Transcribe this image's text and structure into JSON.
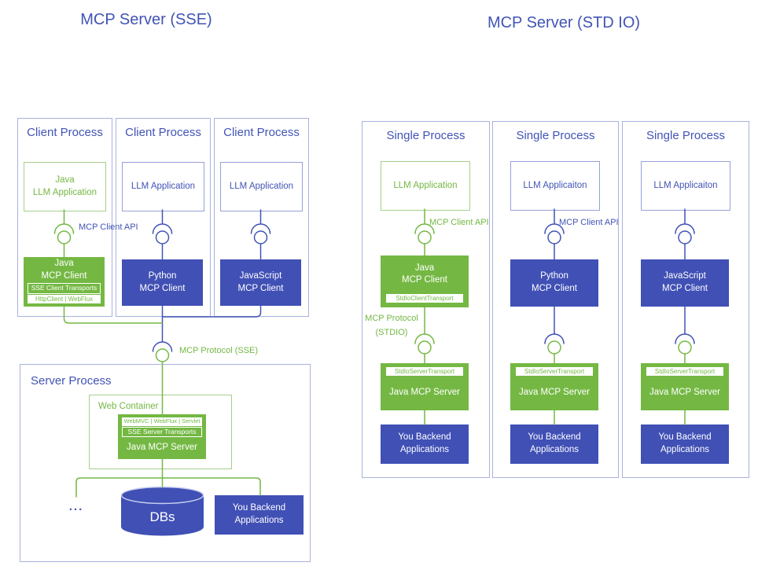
{
  "colors": {
    "green": "#74b843",
    "green_border_light": "#a6cf8b",
    "blue_fill": "#4050b5",
    "blue_text": "#4254b5",
    "periwinkle_border": "#a9b2de",
    "white": "#ffffff"
  },
  "left": {
    "title": "MCP Server (SSE)",
    "client_api_label": "MCP Client API",
    "protocol_label": "MCP Protocol (SSE)",
    "columns": [
      {
        "process_title": "Client Process",
        "app_label": "Java\nLLM Application",
        "client_label": "Java\nMCP Client",
        "client_transports_label": "SSE Client Transports",
        "client_impls_label": "HttpClient | WebFlux"
      },
      {
        "process_title": "Client Process",
        "app_label": "LLM Application",
        "client_label": "Python\nMCP Client"
      },
      {
        "process_title": "Client Process",
        "app_label": "LLM Application",
        "client_label": "JavaScript\nMCP Client"
      }
    ],
    "server": {
      "process_title": "Server Process",
      "web_container_title": "Web Container",
      "server_impls_label": "WebMVC | WebFlux | Servlet",
      "server_transports_label": "SSE Server Transports",
      "server_label": "Java MCP Server",
      "ellipsis_label": "...",
      "db_label": "DBs",
      "backend_label": "You Backend\nApplications"
    }
  },
  "right": {
    "title": "MCP Server (STD IO)",
    "protocol_label": "MCP Protocol\n(STDIO)",
    "columns": [
      {
        "process_title": "Single Process",
        "app_label": "LLM Application",
        "api_label": "MCP Client API",
        "client_label": "Java\nMCP Client",
        "client_transport_label": "StdIoClientTransport",
        "server_transport_label": "StdIoServerTransport",
        "server_label": "Java MCP Server",
        "backend_label": "You Backend\nApplications"
      },
      {
        "process_title": "Single Process",
        "app_label": "LLM Applicaiton",
        "api_label": "MCP Client API",
        "client_label": "Python\nMCP Client",
        "server_transport_label": "StdIoServerTransport",
        "server_label": "Java MCP Server",
        "backend_label": "You Backend\nApplications"
      },
      {
        "process_title": "Single Process",
        "app_label": "LLM Applicaiton",
        "client_label": "JavaScript\nMCP Client",
        "server_transport_label": "StdIoServerTransport",
        "server_label": "Java MCP Server",
        "backend_label": "You Backend\nApplications"
      }
    ]
  }
}
